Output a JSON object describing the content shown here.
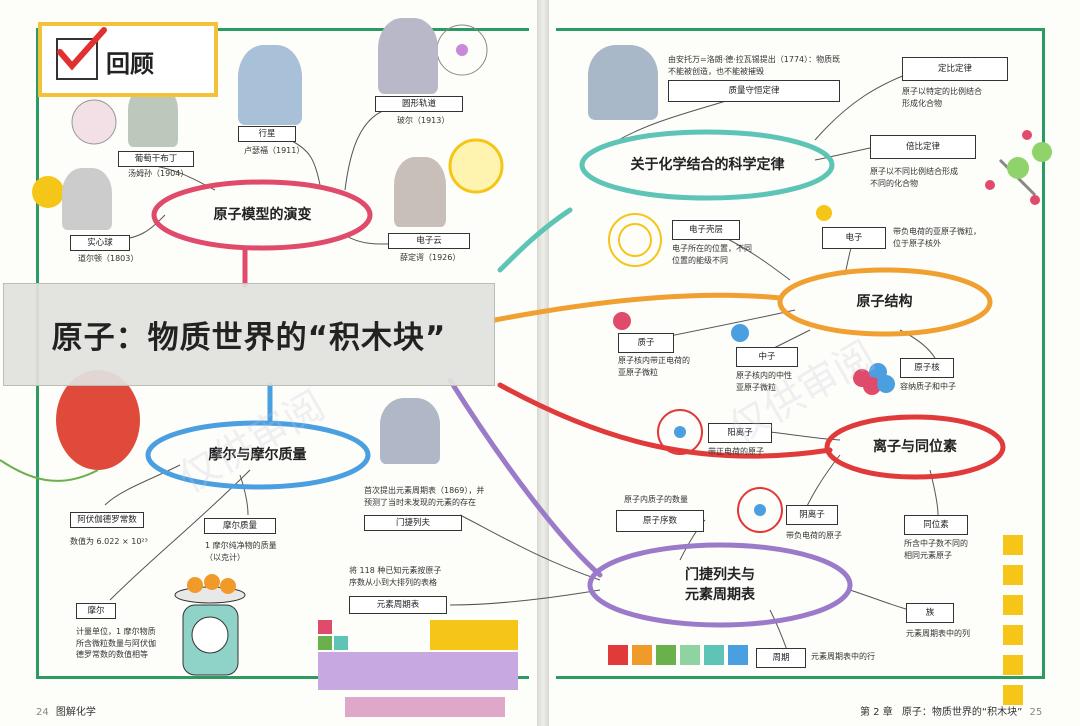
{
  "banner": {
    "title": "原子：物质世界的“积木块”"
  },
  "review": {
    "label": "回顾"
  },
  "left": {
    "hubs": {
      "atomic_model": "原子模型的演变",
      "mole": "摩尔与摩尔质量"
    },
    "nodes": {
      "plum": {
        "box": "葡萄干布丁",
        "caption": "汤姆孙（1904）"
      },
      "solid": {
        "box": "实心球",
        "caption": "道尔顿（1803）"
      },
      "planet": {
        "box": "行星",
        "caption": "卢瑟福（1911）"
      },
      "orbit": {
        "box": "圆形轨道",
        "caption": "玻尔（1913）"
      },
      "cloud": {
        "box": "电子云",
        "caption": "薛定谔（1926）"
      },
      "avogadro": {
        "box": "阿伏伽德罗常数",
        "caption": "数值为 6.022 × 10²³"
      },
      "molar_mass": {
        "box": "摩尔质量",
        "caption1": "1 摩尔纯净物的质量",
        "caption2": "（以克计）"
      },
      "mol": {
        "box": "摩尔",
        "caption1": "计量单位，1 摩尔物质",
        "caption2": "所含微粒数量与阿伏伽",
        "caption3": "德罗常数的数值相等"
      },
      "mendeleev": {
        "box": "门捷列夫",
        "caption1": "首次提出元素周期表（1869），并",
        "caption2": "预测了当时未发现的元素的存在"
      },
      "table": {
        "box": "元素周期表",
        "caption1": "将 118 种已知元素按原子",
        "caption2": "序数从小到大排列的表格"
      }
    },
    "footer": {
      "page": "24",
      "title": "图解化学"
    }
  },
  "right": {
    "hubs": {
      "laws": "关于化学结合的科学定律",
      "structure": "原子结构",
      "ions": "离子与同位素",
      "periodic1": "门捷列夫与",
      "periodic2": "元素周期表"
    },
    "nodes": {
      "conservation": {
        "box": "质量守恒定律",
        "caption1": "由安托万=洛朗·德·拉瓦锡提出（1774）：物质既",
        "caption2": "不能被创造，也不能被摧毁"
      },
      "definite": {
        "box": "定比定律",
        "caption1": "原子以特定的比例结合",
        "caption2": "形成化合物"
      },
      "multiple": {
        "box": "倍比定律",
        "caption1": "原子以不同比例结合形成",
        "caption2": "不同的化合物"
      },
      "shell": {
        "box": "电子壳层",
        "caption1": "电子所在的位置，不同",
        "caption2": "位置的能级不同"
      },
      "electron": {
        "box": "电子",
        "caption1": "带负电荷的亚原子微粒，",
        "caption2": "位于原子核外"
      },
      "proton": {
        "box": "质子",
        "caption1": "原子核内带正电荷的",
        "caption2": "亚原子微粒"
      },
      "neutron": {
        "box": "中子",
        "caption1": "原子核内的中性",
        "caption2": "亚原子微粒"
      },
      "nucleus": {
        "box": "原子核",
        "caption": "容纳质子和中子"
      },
      "cation": {
        "box": "阳离子",
        "caption": "带正电荷的原子"
      },
      "anion": {
        "box": "阴离子",
        "caption": "带负电荷的原子"
      },
      "isotope": {
        "box": "同位素",
        "caption1": "所含中子数不同的",
        "caption2": "相同元素原子"
      },
      "atomic_number": {
        "box": "原子序数",
        "caption": "原子内质子的数量"
      },
      "group": {
        "box": "族",
        "caption": "元素周期表中的列"
      },
      "period": {
        "box": "周期",
        "caption": "元素周期表中的行"
      }
    },
    "footer": {
      "chapter": "第 2 章",
      "title": "原子：物质世界的“积木块”",
      "page": "25"
    }
  },
  "watermark": "仅供审阅",
  "colors": {
    "frame": "#2b9a63",
    "atomic_model": "#e04a6b",
    "mole": "#4a9fe0",
    "laws": "#5ec4b6",
    "structure": "#f0a030",
    "ions": "#e03a3a",
    "periodic": "#9b7ac9",
    "review_border": "#f2c23a",
    "check": "#e03030"
  }
}
